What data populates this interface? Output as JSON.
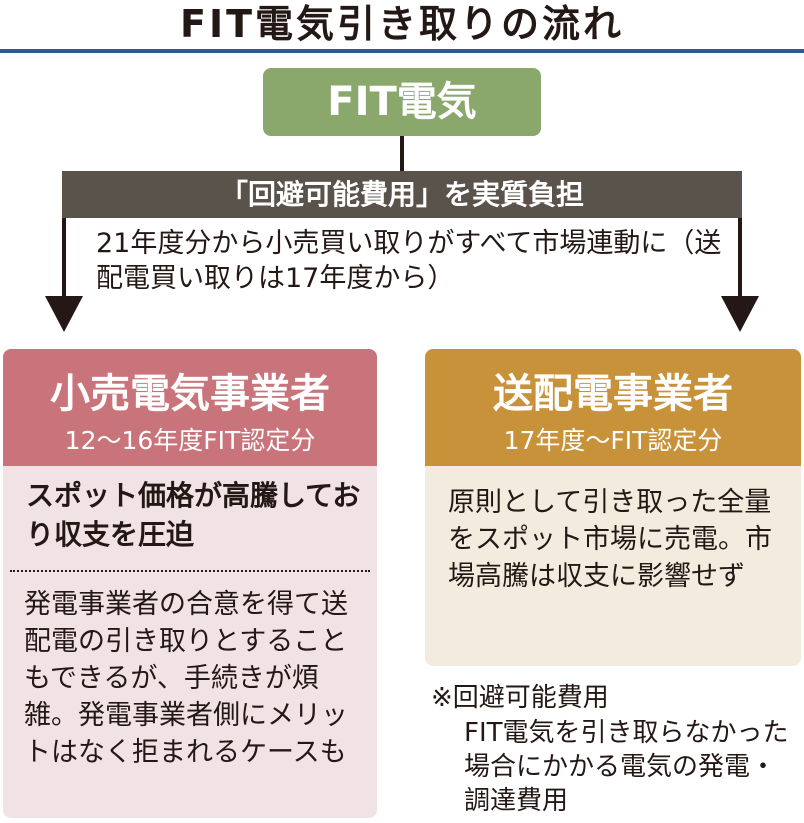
{
  "title": "FIT電気引き取りの流れ",
  "source_box": "FIT電気",
  "burden_bar": "「回避可能費用」を実質負担",
  "market_note": "21年度分から小売買い取りがすべて市場連動に（送配電買い取りは17年度から）",
  "retail": {
    "title": "小売電気事業者",
    "subtitle": "12〜16年度FIT認定分",
    "problem": "スポット価格が高騰しており収支を圧迫",
    "detail": "発電事業者の合意を得て送配電の引き取りとすることもできるが、手続きが煩雑。発電事業者側にメリットはなく拒まれるケースも"
  },
  "transmission": {
    "title": "送配電事業者",
    "subtitle": "17年度〜FIT認定分",
    "detail": "原則として引き取った全量をスポット市場に売電。市場高騰は収支に影響せず"
  },
  "footnote": {
    "term": "※回避可能費用",
    "definition": "FIT電気を引き取らなかった場合にかかる電気の発電・調達費用"
  },
  "colors": {
    "title_rule": "#2e5a9b",
    "source_box": "#8aa86b",
    "burden_bar": "#5a534b",
    "retail_header": "#c9747a",
    "retail_body": "#f1e2e5",
    "transmission_header": "#c8923a",
    "transmission_body": "#f4ebdf"
  }
}
